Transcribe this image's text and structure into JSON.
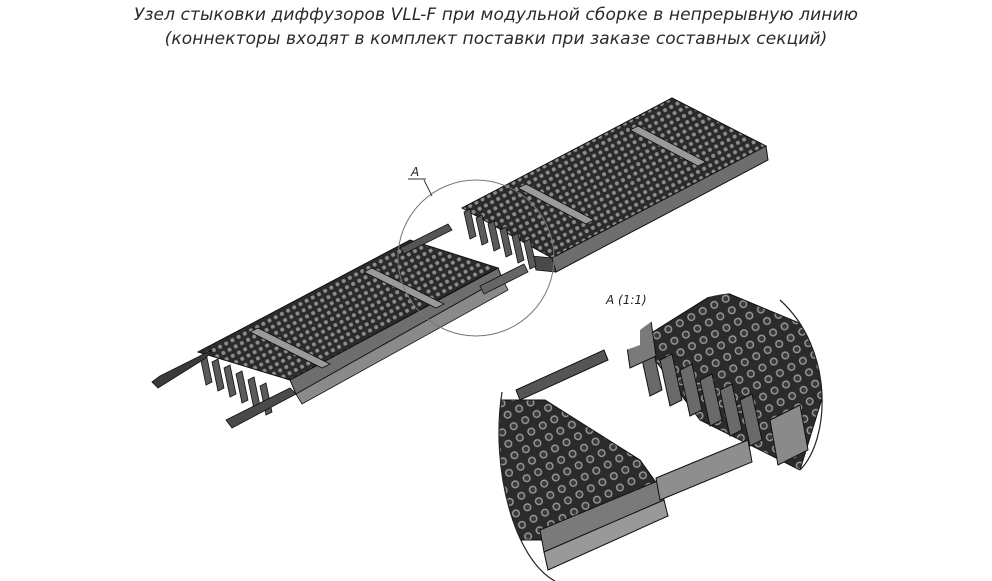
{
  "caption": {
    "line1": "Узел стыковки диффузоров VLL-F при модульной сборке в непрерывную линию",
    "line2": "(коннекторы входят в комплект поставки при заказе составных секций)"
  },
  "labels": {
    "callout": "A",
    "detail": "A  (1:1)"
  },
  "colors": {
    "background": "#ffffff",
    "grille": "#2b2b2b",
    "metal": "#6e6e6e",
    "rail_light": "#9a9a9a",
    "outline": "#111111"
  }
}
